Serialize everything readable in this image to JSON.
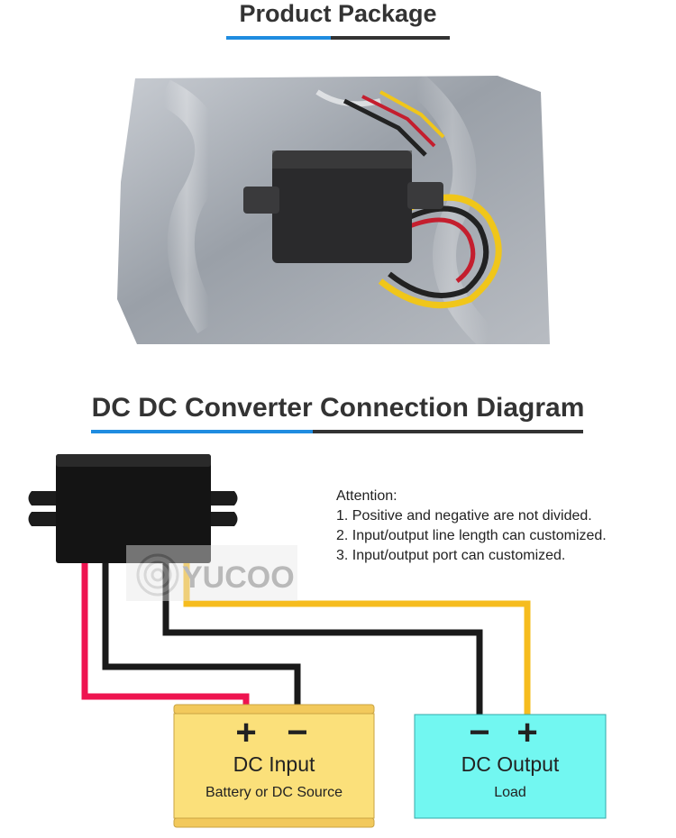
{
  "package_section": {
    "title": "Product Package"
  },
  "diagram_section": {
    "title": "DC DC Converter Connection Diagram"
  },
  "attention": {
    "heading": "Attention:",
    "notes": [
      "1. Positive and negative are not divided.",
      "2. Input/output line length can customized.",
      "3. Input/output port can customized."
    ]
  },
  "watermark": {
    "brand": "YUCOO"
  },
  "input_box": {
    "plus": "+",
    "minus": "−",
    "title": "DC Input",
    "subtitle": "Battery or DC Source",
    "color": "#fbe07a"
  },
  "output_box": {
    "minus": "−",
    "plus": "+",
    "title": "DC Output",
    "subtitle": "Load",
    "color": "#72f7f1"
  },
  "colors": {
    "accent_blue": "#1f8ce0",
    "accent_dark": "#333333",
    "wire_red": "#ee1450",
    "wire_black": "#1a1a1a",
    "wire_yellow": "#f6bc1e"
  }
}
